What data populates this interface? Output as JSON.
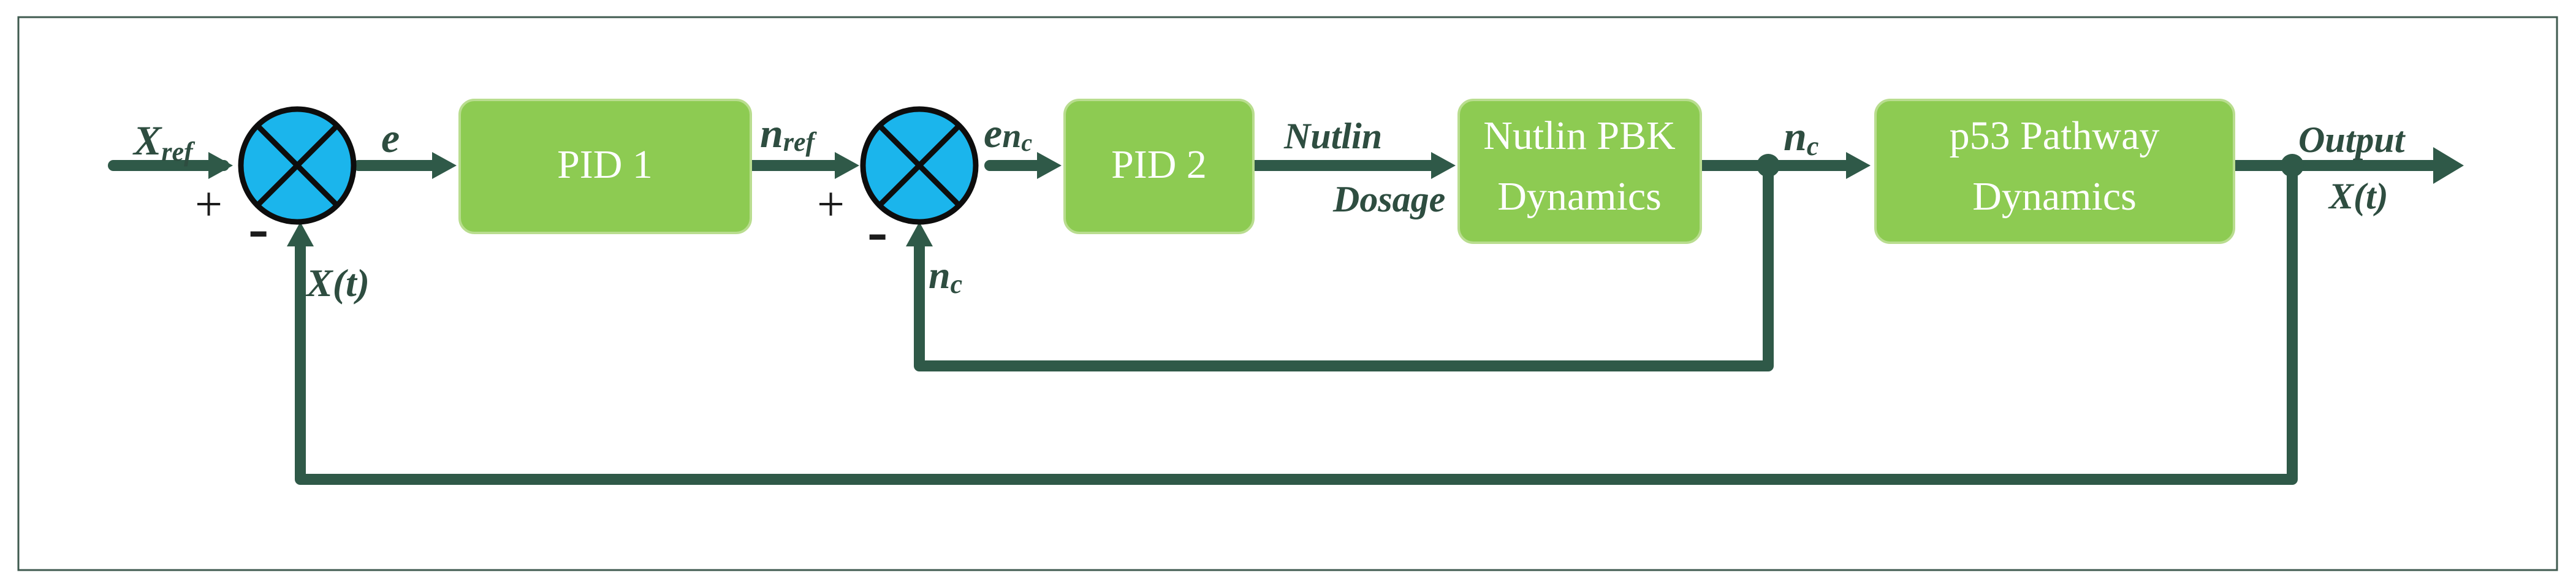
{
  "blocks": {
    "pid1": "PID 1",
    "pid2": "PID 2",
    "pbk_line1": "Nutlin PBK",
    "pbk_line2": "Dynamics",
    "p53_line1": "p53 Pathway",
    "p53_line2": "Dynamics"
  },
  "signals": {
    "x_main": "X",
    "x_sub": "ref",
    "e": "e",
    "n_main": "n",
    "n_sub": "ref",
    "en_main": "e",
    "en_n": "n",
    "en_c": "c",
    "nutlin": "Nutlin",
    "dosage": "Dosage",
    "nc_main": "n",
    "nc_sub": "c",
    "fb_nc_main": "n",
    "fb_nc_sub": "c",
    "output": "Output",
    "output_xt": "X(t)",
    "fb_xt": "X(t)"
  },
  "signs": {
    "plus1": "+",
    "minus1": "-",
    "plus2": "+",
    "minus2": "-"
  },
  "colors": {
    "block_fill": "#8dcb52",
    "line": "#2f5948",
    "summer_fill": "#1bb5ec"
  }
}
